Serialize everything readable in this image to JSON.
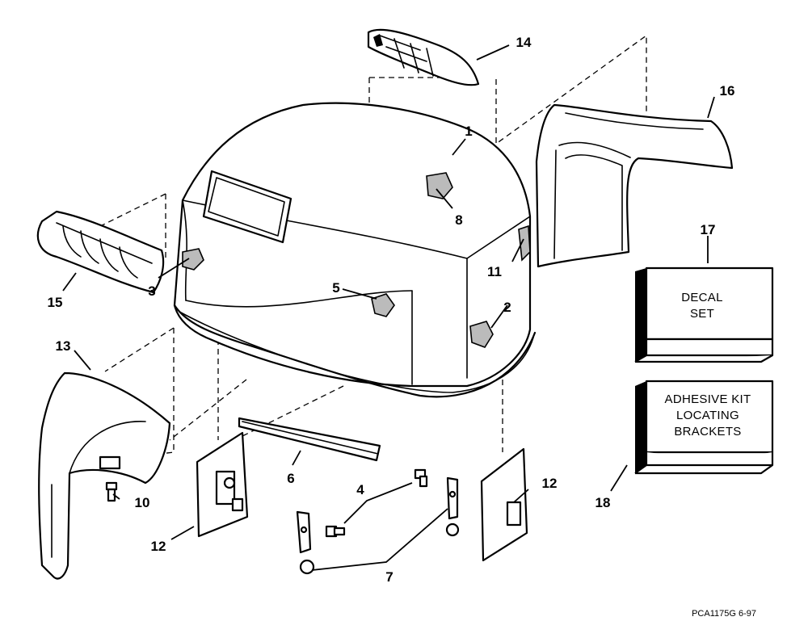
{
  "callouts": {
    "c1": "1",
    "c2": "2",
    "c3": "3",
    "c4": "4",
    "c5": "5",
    "c6": "6",
    "c7": "7",
    "c8": "8",
    "c10": "10",
    "c11": "11",
    "c12a": "12",
    "c12b": "12",
    "c13": "13",
    "c14": "14",
    "c15": "15",
    "c16": "16",
    "c17": "17",
    "c18": "18"
  },
  "boxes": {
    "decal_line1": "DECAL",
    "decal_line2": "SET",
    "adhesive_line1": "ADHESIVE KIT",
    "adhesive_line2": "LOCATING",
    "adhesive_line3": "BRACKETS"
  },
  "reference_code": "PCA1175G 6-97"
}
